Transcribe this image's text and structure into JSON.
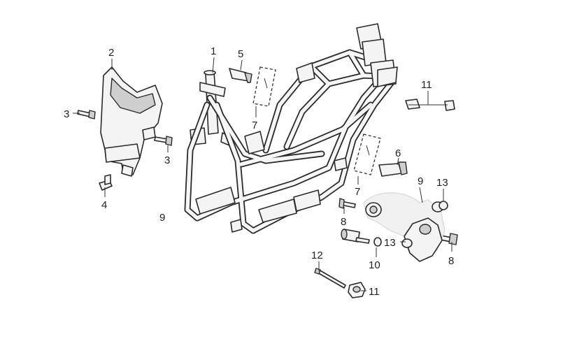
{
  "callouts": {
    "c1": "1",
    "c2": "2",
    "c3a": "3",
    "c3b": "3",
    "c4": "4",
    "c5": "5",
    "c6": "6",
    "c7a": "7",
    "c7b": "7",
    "c8a": "8",
    "c8b": "8",
    "c9a": "9",
    "c9b": "9",
    "c10": "10",
    "c11a": "11",
    "c11b": "11",
    "c12": "12",
    "c13a": "13",
    "c13b": "13"
  }
}
